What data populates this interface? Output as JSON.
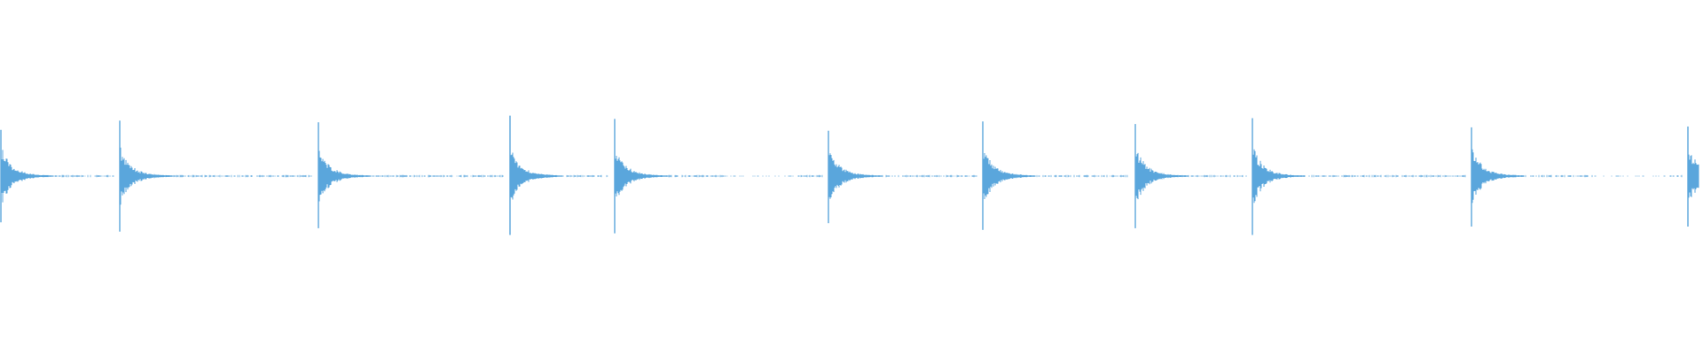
{
  "waveform": {
    "color": "#5aa6dc",
    "background": "#ffffff",
    "transients": [
      {
        "time": 0.0,
        "peak": 0.55,
        "trough": 0.55
      },
      {
        "time": 0.07,
        "peak": 0.66,
        "trough": 0.66
      },
      {
        "time": 0.187,
        "peak": 0.64,
        "trough": 0.62
      },
      {
        "time": 0.3,
        "peak": 0.72,
        "trough": 0.7
      },
      {
        "time": 0.362,
        "peak": 0.68,
        "trough": 0.68
      },
      {
        "time": 0.488,
        "peak": 0.54,
        "trough": 0.56
      },
      {
        "time": 0.579,
        "peak": 0.65,
        "trough": 0.64
      },
      {
        "time": 0.669,
        "peak": 0.62,
        "trough": 0.62
      },
      {
        "time": 0.738,
        "peak": 0.69,
        "trough": 0.7
      },
      {
        "time": 0.867,
        "peak": 0.58,
        "trough": 0.6
      },
      {
        "time": 0.995,
        "peak": 0.59,
        "trough": 0.6
      }
    ],
    "silent_gaps": [
      {
        "start": 0.428,
        "end": 0.468
      },
      {
        "start": 0.935,
        "end": 0.98
      }
    ]
  }
}
